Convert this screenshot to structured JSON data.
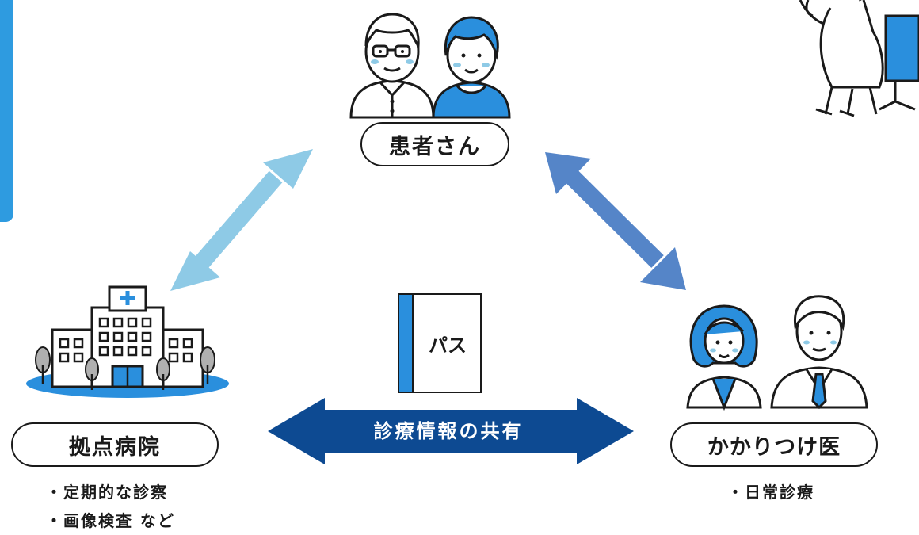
{
  "nodes": {
    "patient": {
      "label": "患者さん"
    },
    "hospital": {
      "label": "拠点病院",
      "notes": [
        "・定期的な診察",
        "・画像検査 など"
      ]
    },
    "clinic": {
      "label": "かかりつけ医",
      "notes": [
        "・日常診療"
      ]
    }
  },
  "center": {
    "booklet_label": "パス",
    "share_label": "診療情報の共有"
  },
  "colors": {
    "accent_blue": "#2a8fdd",
    "light_arrow": "#8ecae6",
    "mid_arrow": "#5585c8",
    "dark_arrow": "#0d4a92",
    "outline": "#1a1a1a"
  }
}
